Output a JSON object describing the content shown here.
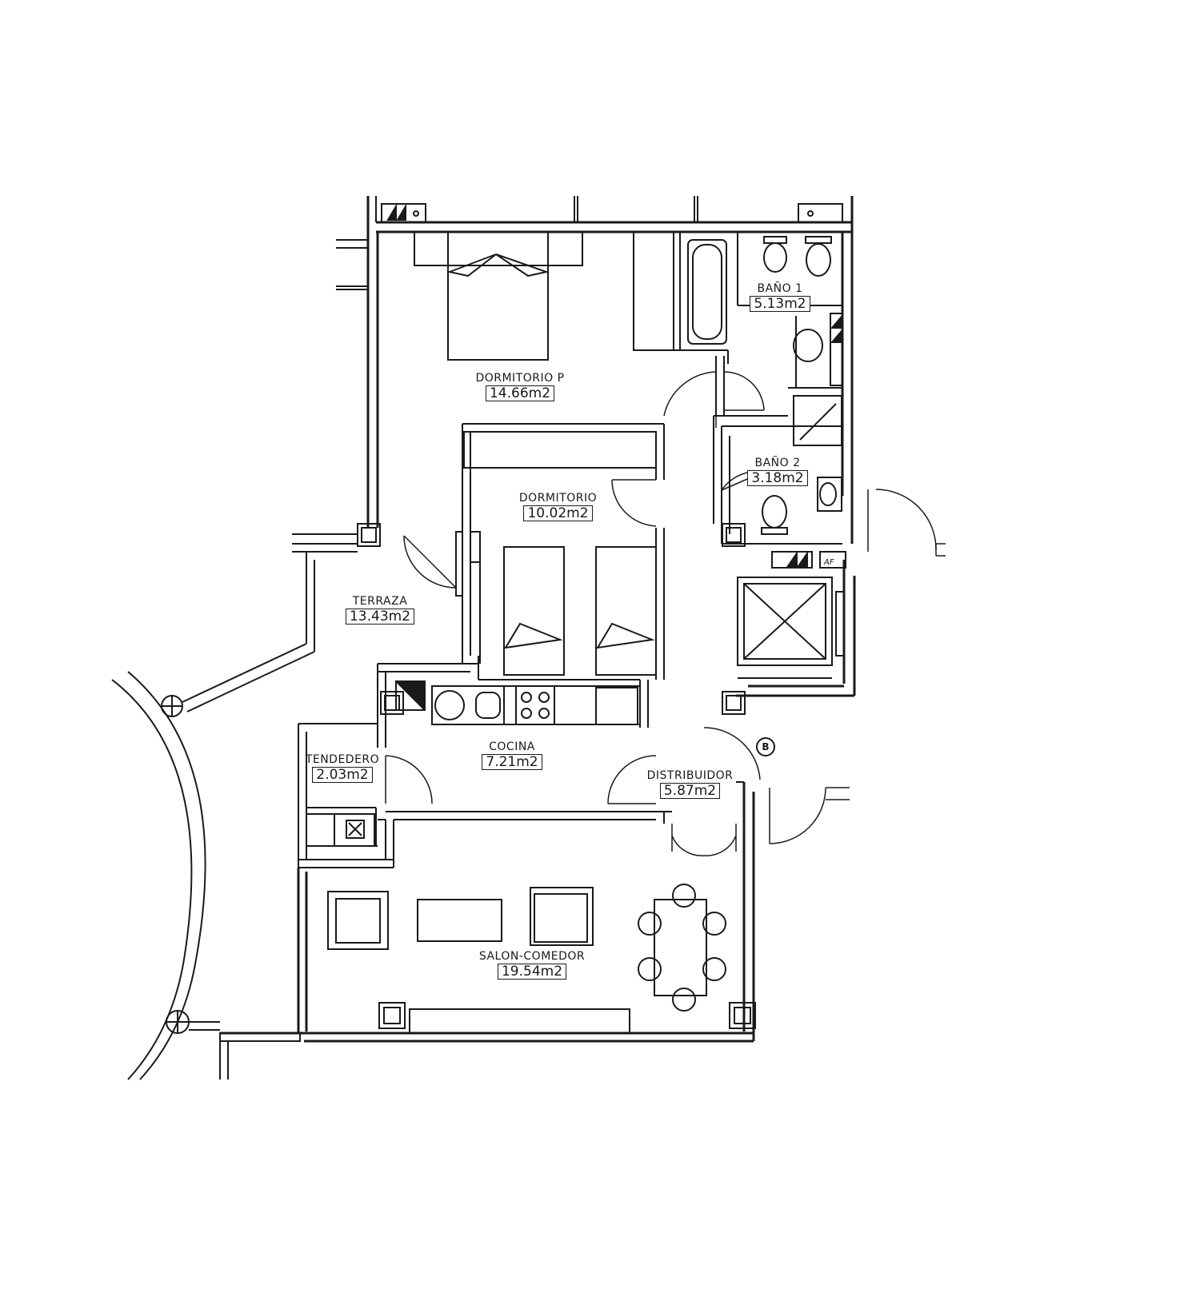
{
  "plan": {
    "rooms": [
      {
        "id": "dormitorio-p",
        "name": "DORMITORIO P",
        "area": "14.66m2"
      },
      {
        "id": "bano-1",
        "name": "BAÑO 1",
        "area": "5.13m2"
      },
      {
        "id": "bano-2",
        "name": "BAÑO 2",
        "area": "3.18m2"
      },
      {
        "id": "dormitorio",
        "name": "DORMITORIO",
        "area": "10.02m2"
      },
      {
        "id": "terraza",
        "name": "TERRAZA",
        "area": "13.43m2"
      },
      {
        "id": "cocina",
        "name": "COCINA",
        "area": "7.21m2"
      },
      {
        "id": "tendedero",
        "name": "TENDEDERO",
        "area": "2.03m2"
      },
      {
        "id": "distribuidor",
        "name": "DISTRIBUIDOR",
        "area": "5.87m2"
      },
      {
        "id": "salon-comedor",
        "name": "SALON-COMEDOR",
        "area": "19.54m2"
      }
    ],
    "marker": "B",
    "meter_label": "AF",
    "line_color": "#1a1a1a",
    "background": "#ffffff"
  }
}
